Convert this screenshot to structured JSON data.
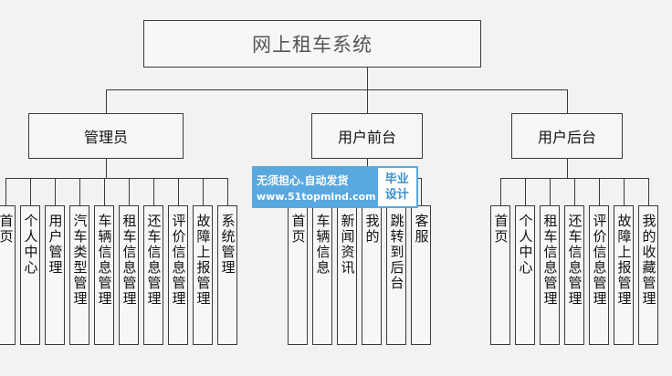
{
  "title": "网上租车系统",
  "groups": [
    {
      "label": "管理员",
      "children": [
        "首页",
        "个人中心",
        "用户管理",
        "汽车类型管理",
        "车辆信息管理",
        "租车信息管理",
        "还车信息管理",
        "评价信息管理",
        "故障上报管理",
        "系统管理"
      ]
    },
    {
      "label": "用户前台",
      "children": [
        "首页",
        "车辆信息",
        "新闻资讯",
        "我的",
        "跳转到后台",
        "客服"
      ]
    },
    {
      "label": "用户后台",
      "children": [
        "首页",
        "个人中心",
        "租车信息管理",
        "还车信息管理",
        "评价信息管理",
        "故障上报管理",
        "我的收藏管理"
      ]
    }
  ],
  "watermark": {
    "line1": "无须担心.自动发货",
    "line2": "www.51topmind.com",
    "badge_top": "毕业",
    "badge_bottom": "设计",
    "colors": {
      "primary": "#5aa8e0",
      "badge_text": "#3b8fd0"
    }
  }
}
